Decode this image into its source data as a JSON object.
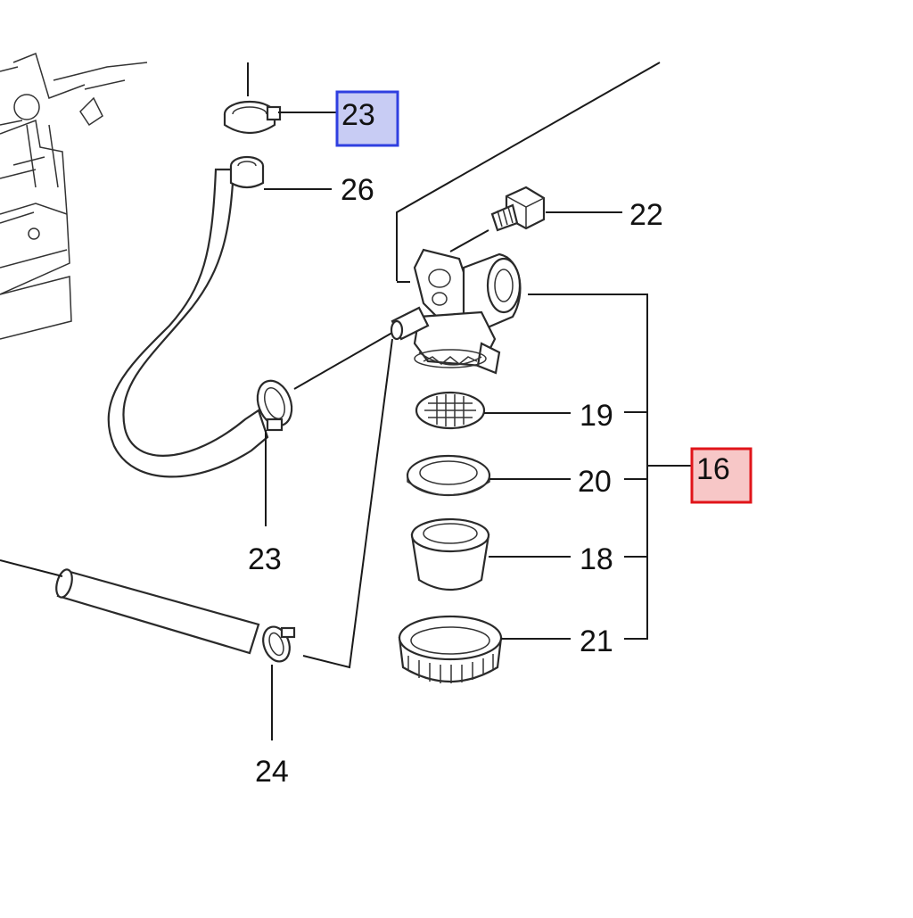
{
  "diagram": {
    "callouts": {
      "c23_top": "23",
      "c26": "26",
      "c22": "22",
      "c19": "19",
      "c20": "20",
      "c16": "16",
      "c18": "18",
      "c23_mid": "23",
      "c21": "21",
      "c24": "24"
    },
    "highlight_colors": {
      "blue_fill": "#c8ccf4",
      "blue_border": "#2f3fe0",
      "red_fill": "#f7c7c7",
      "red_border": "#e0141a"
    }
  }
}
